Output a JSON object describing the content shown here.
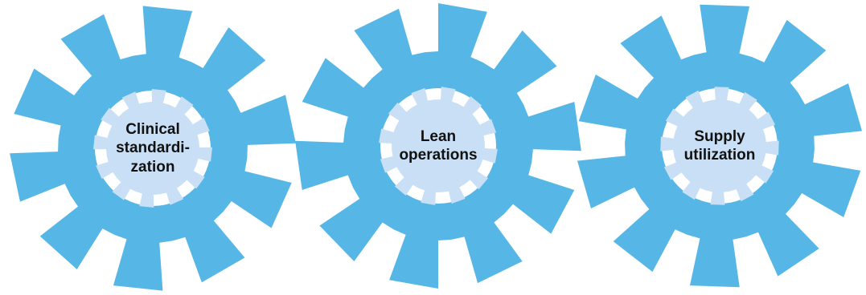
{
  "colors": {
    "outer_gear": "#56b7e6",
    "inner_gear": "#c8dff5",
    "text": "#111111",
    "background": "#ffffff"
  },
  "gears": [
    {
      "name": "clinical",
      "lines": [
        "Clinical",
        "standardi-",
        "zation"
      ]
    },
    {
      "name": "lean",
      "lines": [
        "Lean",
        "operations"
      ]
    },
    {
      "name": "supply",
      "lines": [
        "Supply",
        "utilization"
      ]
    }
  ]
}
